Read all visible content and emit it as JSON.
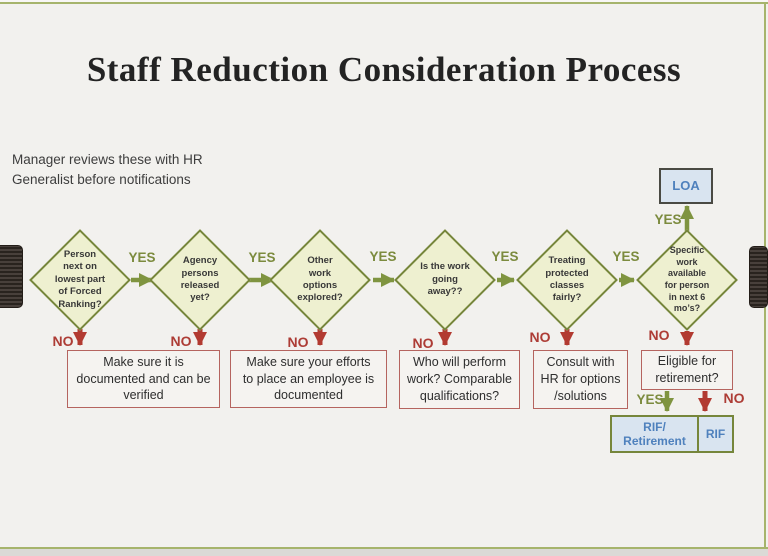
{
  "slide": {
    "title": "Staff Reduction Consideration Process",
    "note_line1": "Manager reviews these with HR",
    "note_line2": "Generalist before notifications"
  },
  "labels": {
    "yes": "YES",
    "no": "NO"
  },
  "decisions": [
    {
      "label": "Person\nnext on\nlowest part\nof Forced\nRanking?"
    },
    {
      "label": "Agency\npersons\nreleased\nyet?"
    },
    {
      "label": "Other\nwork\noptions\nexplored?"
    },
    {
      "label": "Is the work\ngoing\naway??"
    },
    {
      "label": "Treating\nprotected\nclasses\nfairly?"
    },
    {
      "label": "Specific\nwork\navailable\nfor person\nin next 6\nmo’s?"
    }
  ],
  "actions": [
    {
      "label": "Make sure it is\ndocumented and can be\nverified"
    },
    {
      "label": "Make sure your efforts\nto place an employee is\ndocumented"
    },
    {
      "label": "Who will perform\nwork? Comparable\nqualifications?"
    },
    {
      "label": "Consult with\nHR for options\n/solutions"
    },
    {
      "label": "Eligible for\nretirement?"
    }
  ],
  "outcomes": {
    "loa": "LOA",
    "rif_retirement_line1": "RIF/",
    "rif_retirement_line2": "Retirement",
    "rif": "RIF"
  },
  "colors": {
    "diamond_fill": "#eef0d0",
    "diamond_border": "#76863b",
    "arrow_green": "#7f9440",
    "arrow_red": "#b23a31",
    "yes_text": "#7c8b3e",
    "no_text": "#ad3c35",
    "action_border": "#b5645f",
    "outcome_fill": "#d9e4f0",
    "outcome_text": "#4f81bd",
    "frame_green": "#a6b46c"
  }
}
